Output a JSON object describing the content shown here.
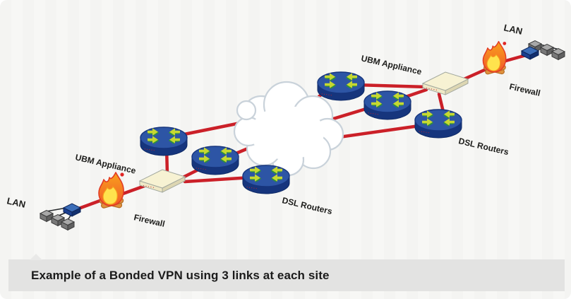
{
  "caption": {
    "text": "Example of a Bonded VPN using 3 links at each site"
  },
  "labels": {
    "left": {
      "lan": "LAN",
      "ubm_appliance": "UBM Appliance",
      "firewall": "Firewall",
      "dsl_routers": "DSL Routers"
    },
    "right": {
      "lan": "LAN",
      "ubm_appliance": "UBM Appliance",
      "firewall": "Firewall",
      "dsl_routers": "DSL Routers"
    }
  },
  "decorations": {
    "rim_marks": "•••••",
    "appliance_marks": "•••••"
  },
  "icons": {
    "cloud": "internet-cloud-icon",
    "router": "dsl-router-icon",
    "firewall": "flame-firewall-icon",
    "appliance": "ubm-appliance-icon",
    "switch": "lan-switch-icon",
    "workstation": "lan-workstation-icon"
  },
  "colors": {
    "background": "#f7f7f5",
    "link_red": "#cb2028",
    "router_blue": "#2d55a5",
    "router_blue_dark": "#16357d",
    "arrow_green": "#c6d831",
    "arrow_green_dark": "#2e8f3d",
    "appliance_cream": "#f7f2d3",
    "flame_yellow": "#ffe34d",
    "flame_outline": "#e23b24",
    "log_tan": "#e0913c",
    "cloud_outline": "#c9d2da",
    "caption_bg": "#e3e3e2",
    "caption_text": "#1b1b1b",
    "label_text": "#1d1d1b"
  }
}
